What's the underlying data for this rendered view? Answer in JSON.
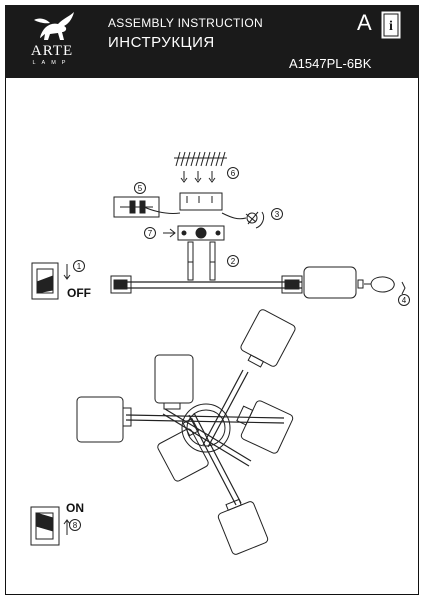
{
  "header": {
    "brand_name": "ARTE",
    "brand_sub": "LAMP",
    "title_en": "ASSEMBLY INSTRUCTION",
    "title_ru": "ИНСТРУКЦИЯ",
    "letter": "A",
    "model": "A1547PL-6BK"
  },
  "labels": {
    "off": "OFF",
    "on": "ON"
  },
  "steps": [
    "1",
    "2",
    "3",
    "4",
    "5",
    "6",
    "7",
    "8"
  ],
  "icons": [
    "logo-griffin-icon",
    "info-book-icon",
    "switch-icon",
    "bulb-icon",
    "wire-connector-icon",
    "drill-icon",
    "screwdriver-icon",
    "lampshade-icon"
  ]
}
